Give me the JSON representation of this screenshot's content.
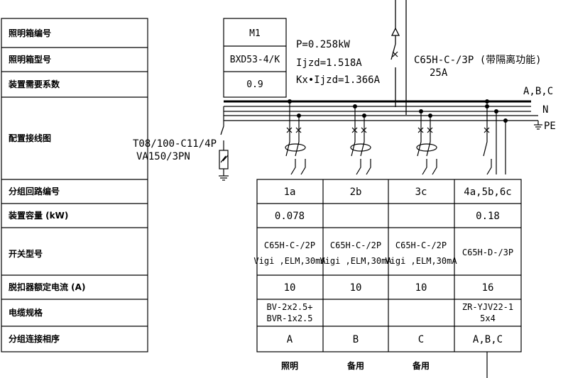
{
  "label_column": {
    "rows": [
      "照明箱编号",
      "照明箱型号",
      "装置需要系数",
      "配置接线图",
      "分组回路编号",
      "装置容量 (kW)",
      "开关型号",
      "脱扣器额定电流 (A)",
      "电缆规格",
      "分组连接相序"
    ]
  },
  "panel_box": {
    "id": "M1",
    "model": "BXD53-4/K",
    "demand_factor": "0.9"
  },
  "load_info": {
    "power": "P=0.258kW",
    "current": "Ijzd=1.518A",
    "adjusted_current": "Kx•Ijzd=1.366A"
  },
  "main_breaker": {
    "model": "C65H-C-/3P (带隔离功能)",
    "rating": "25A"
  },
  "bus_labels": {
    "phases": "A,B,C",
    "neutral": "N",
    "earth": "PE"
  },
  "spd": {
    "line1": "T08/100-C11/4P",
    "line2": "VA150/3PN"
  },
  "circuits": [
    {
      "id": "1a",
      "capacity": "0.078",
      "switch_line1": "C65H-C-/2P",
      "switch_line2": "Vigi ,ELM,30mA",
      "trip_current": "10",
      "cable_line1": "BV-2x2.5+",
      "cable_line2": "BVR-1x2.5",
      "phase": "A",
      "usage": "照明"
    },
    {
      "id": "2b",
      "capacity": "",
      "switch_line1": "C65H-C-/2P",
      "switch_line2": "Vigi ,ELM,30mA",
      "trip_current": "10",
      "cable_line1": "",
      "cable_line2": "",
      "phase": "B",
      "usage": "备用"
    },
    {
      "id": "3c",
      "capacity": "",
      "switch_line1": "C65H-C-/2P",
      "switch_line2": "Vigi ,ELM,30mA",
      "trip_current": "10",
      "cable_line1": "",
      "cable_line2": "",
      "phase": "C",
      "usage": "备用"
    },
    {
      "id": "4a,5b,6c",
      "capacity": "0.18",
      "switch_line1": "C65H-D-/3P",
      "switch_line2": "",
      "trip_current": "16",
      "cable_line1": "ZR-YJV22-1",
      "cable_line2": "5x4",
      "phase": "A,B,C",
      "usage": ""
    }
  ]
}
